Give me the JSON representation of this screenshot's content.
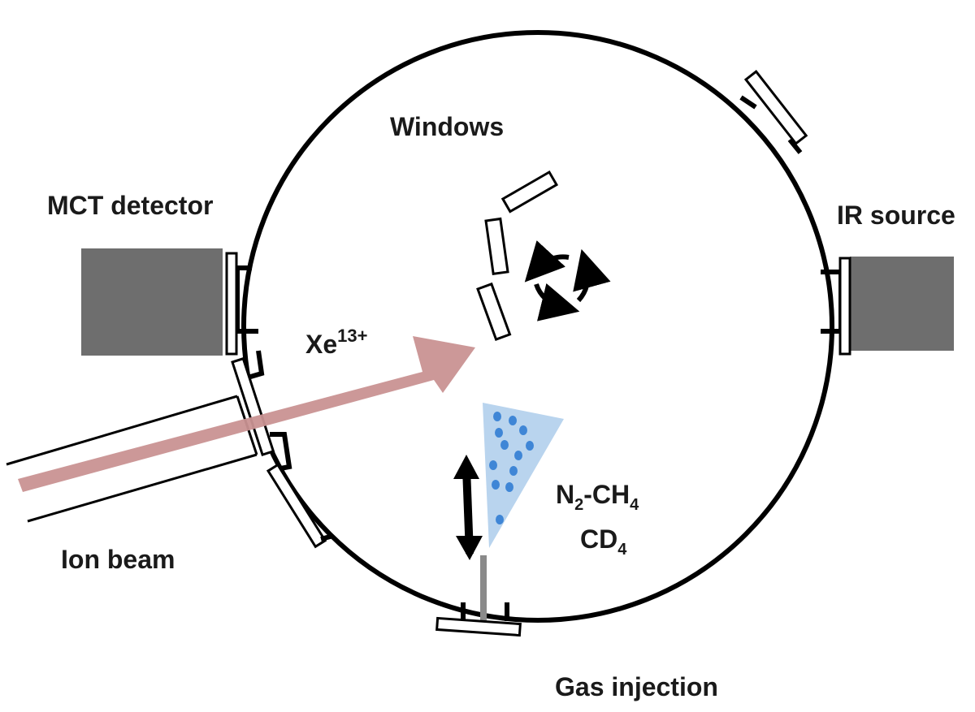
{
  "labels": {
    "windows": "Windows",
    "mct_detector": "MCT detector",
    "ir_source": "IR source",
    "ion_species": "Xe",
    "ion_charge": "13+",
    "ion_beam": "Ion beam",
    "gas_line1": {
      "a": "N",
      "a_sub": "2",
      "b": "-CH",
      "b_sub": "4"
    },
    "gas_line2": {
      "a": "CD",
      "a_sub": "4"
    },
    "gas_injection": "Gas injection"
  },
  "colors": {
    "chamber": "#000000",
    "detector_block": "#6e6e6e",
    "source_block": "#6e6e6e",
    "ion_beam_arrow": "#c99292",
    "gas_cone": "#b9d4ee",
    "gas_dots": "#3f86d6",
    "nozzle": "#8a8a8a"
  },
  "icons": {
    "rotation": "rotation-arrows-icon",
    "translation": "double-arrow-icon"
  }
}
